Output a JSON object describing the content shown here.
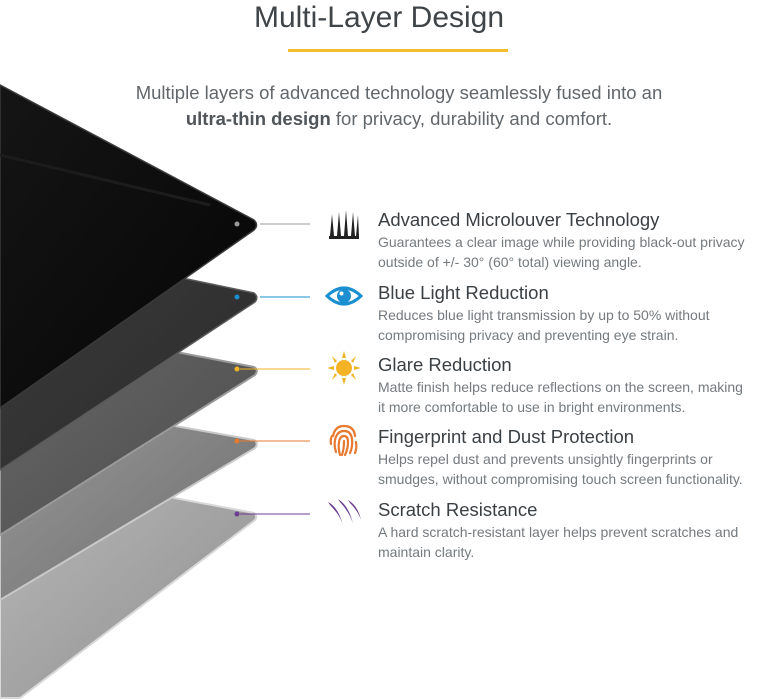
{
  "header": {
    "title": "Multi-Layer Design",
    "intro_pre": "Multiple layers of advanced technology seamlessly fused into an",
    "intro_bold": "ultra-thin design",
    "intro_post": " for privacy, durability and comfort."
  },
  "colors": {
    "accent": "#f2be2f",
    "microlouver": "#222222",
    "blue_light": "#1b8fd0",
    "glare": "#f3b325",
    "fingerprint": "#e8792f",
    "scratch": "#6b3c90"
  },
  "features": [
    {
      "icon": "microlouver-icon",
      "title": "Advanced Microlouver Technology",
      "description": "Guarantees a clear image while providing black-out privacy outside of +/- 30° (60° total) viewing angle."
    },
    {
      "icon": "eye-icon",
      "title": "Blue Light Reduction",
      "description": "Reduces blue light transmission by up to 50% without compromising privacy and preventing eye strain."
    },
    {
      "icon": "sun-icon",
      "title": "Glare Reduction",
      "description": "Matte finish helps reduce reflections on the screen, making it more comfortable to use in bright environments."
    },
    {
      "icon": "fingerprint-icon",
      "title": "Fingerprint and Dust Protection",
      "description": "Helps repel dust and prevents unsightly fingerprints or smudges, without compromising touch screen functionality."
    },
    {
      "icon": "scratch-icon",
      "title": "Scratch Resistance",
      "description": "A hard scratch-resistant layer helps prevent scratches and maintain clarity."
    }
  ]
}
